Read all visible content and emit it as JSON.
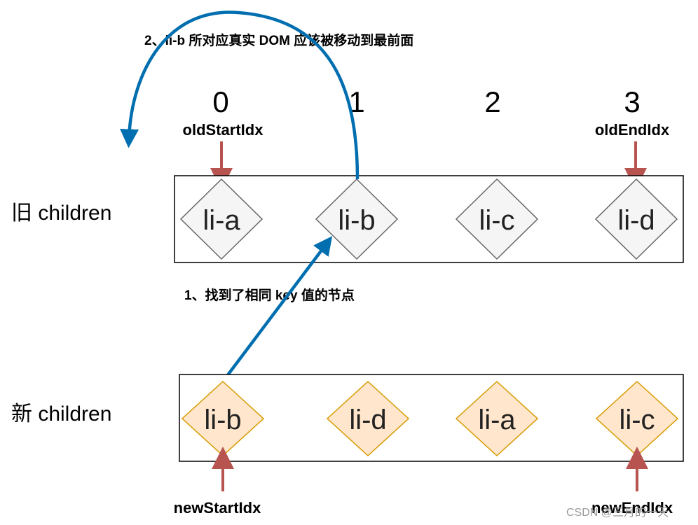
{
  "indices": [
    "0",
    "1",
    "2",
    "3"
  ],
  "pointers": {
    "old_start": "oldStartIdx",
    "old_end": "oldEndIdx",
    "new_start": "newStartIdx",
    "new_end": "newEndIdx"
  },
  "rows": {
    "old_label": "旧 children",
    "new_label": "新 children"
  },
  "old_nodes": [
    "li-a",
    "li-b",
    "li-c",
    "li-d"
  ],
  "new_nodes": [
    "li-b",
    "li-d",
    "li-a",
    "li-c"
  ],
  "notes": {
    "step1": "1、找到了相同 key 值的节点",
    "step2": "2、li-b 所对应真实 DOM 应该被移动到最前面"
  },
  "watermark": "CSDN @三月的一天",
  "colors": {
    "old_fill": "#f5f5f5",
    "old_stroke": "#666666",
    "new_fill": "#ffe6cc",
    "new_stroke": "#d79b00",
    "pointer_arrow": "#b85450",
    "move_arrow": "#006eaf"
  }
}
